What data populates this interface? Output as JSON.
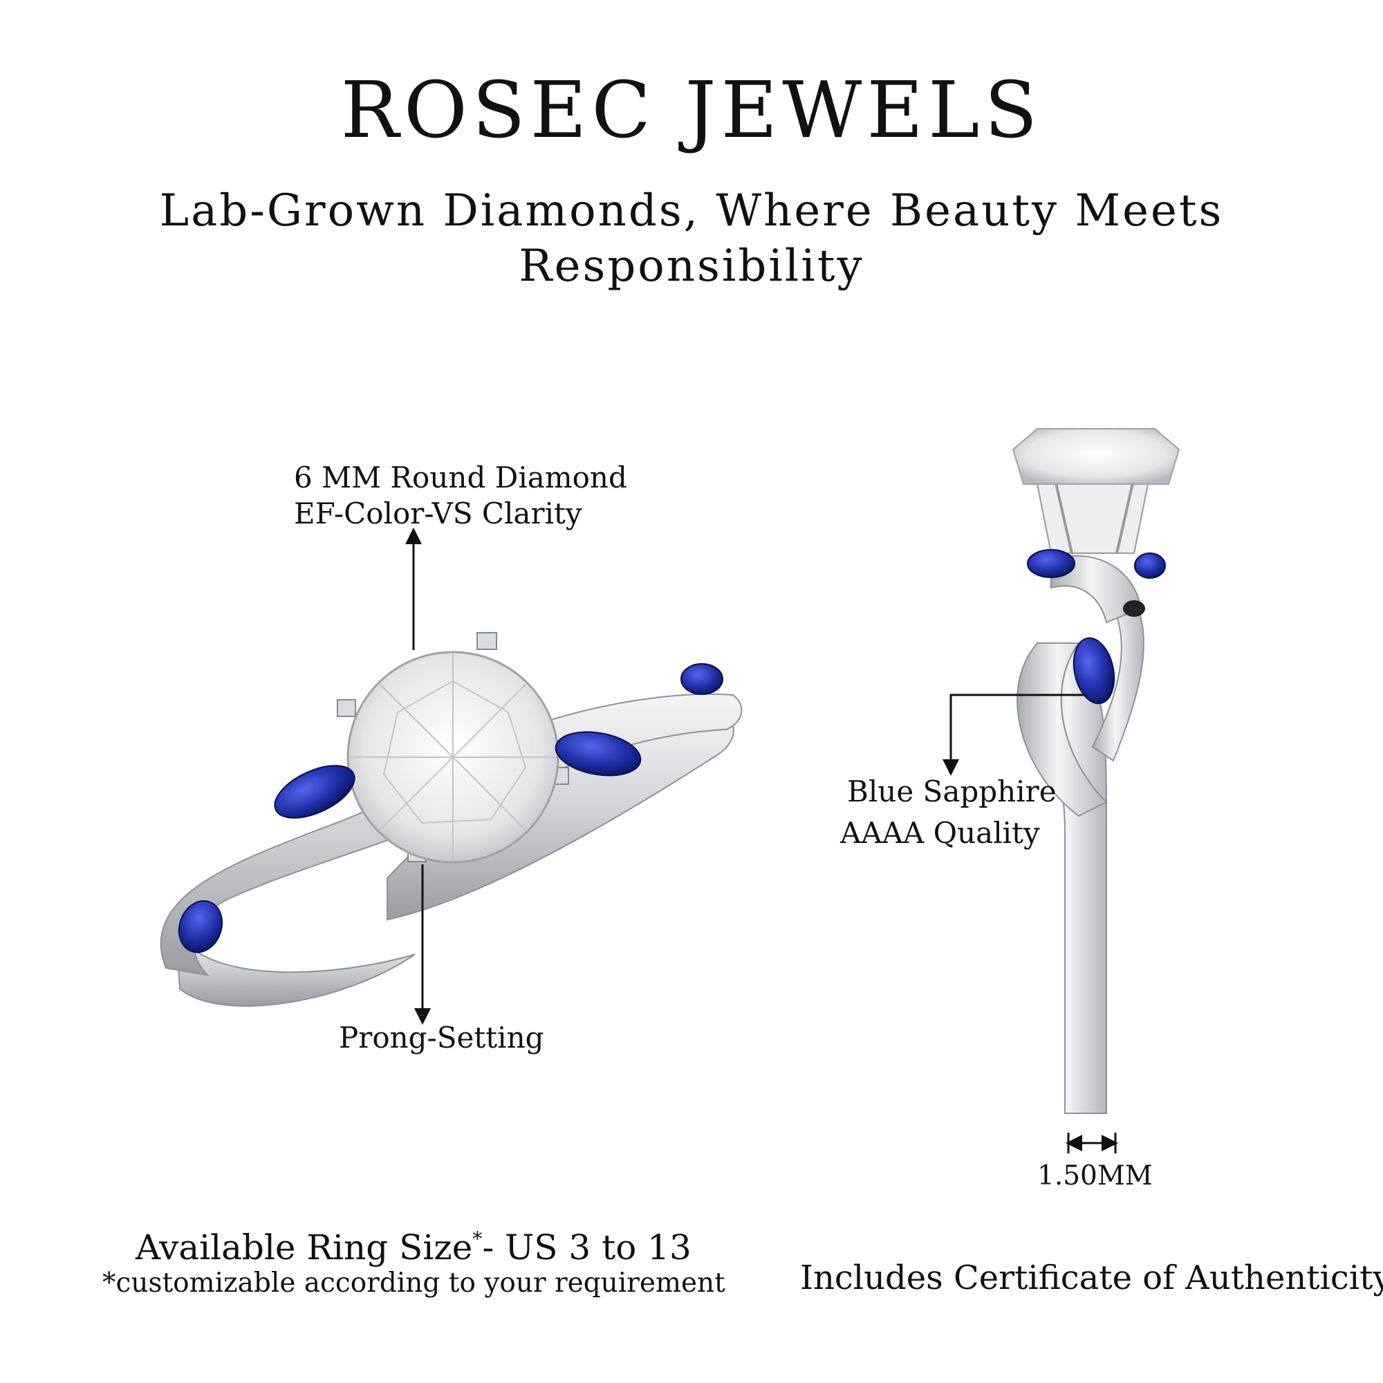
{
  "header": {
    "brand": "ROSEC JEWELS",
    "tagline": "Lab-Grown Diamonds, Where Beauty Meets Responsibility"
  },
  "callouts": {
    "diamond": {
      "line1": "6 MM Round Diamond",
      "line2": "EF-Color-VS  Clarity"
    },
    "setting": "Prong-Setting",
    "sapphire": {
      "line1": "Blue Sapphire",
      "line2": "AAAA Quality"
    },
    "band_width": "1.50MM"
  },
  "footer": {
    "ring_size_prefix": "Available Ring Size",
    "ring_size_asterisk": "*",
    "ring_size_suffix": "- US 3 to 13",
    "note": "*customizable according to your requirement",
    "certificate": "Includes Certificate of Authenticity"
  },
  "colors": {
    "metal": "#d9dadd",
    "sapphire": "#1f2fa8",
    "diamond": "#f2f2f2",
    "text": "#111111"
  }
}
